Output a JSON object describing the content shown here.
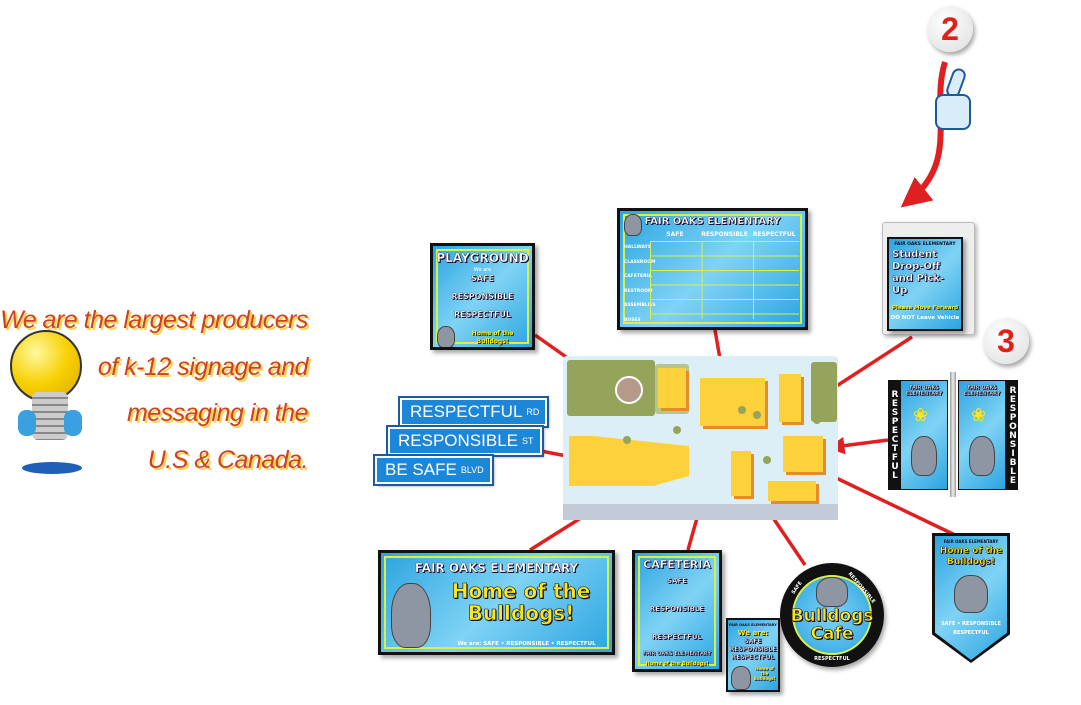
{
  "tagline": [
    "We are the largest producers",
    "of k-12 signage and",
    "messaging in the",
    "U.S & Canada."
  ],
  "step_numbers": {
    "two": "2",
    "three": "3"
  },
  "colors": {
    "arrow": "#e02020",
    "sign_blue": "#2ba4e0",
    "accent_yellow": "#ffe61a",
    "tagline": "#cf4127"
  },
  "playground_sign": {
    "title": "PLAYGROUND",
    "we_are": "We are",
    "safe": "SAFE",
    "responsible": "RESPONSIBLE",
    "respectful": "RESPECTFUL",
    "footer": "Home of the Bulldogs!"
  },
  "matrix_sign": {
    "title": "FAIR OAKS ELEMENTARY",
    "columns": [
      "SAFE",
      "RESPONSIBLE",
      "RESPECTFUL"
    ],
    "rows": [
      "HALLWAYS",
      "CLASSROOM",
      "CAFETERIA",
      "RESTROOM",
      "ASSEMBLIES",
      "BUSES"
    ]
  },
  "aframe_sign": {
    "school": "FAIR OAKS ELEMENTARY",
    "title": "Student Drop-Off and Pick-Up",
    "line1": "Please Move Forward",
    "line2": "DO NOT Leave Vehicle"
  },
  "street_signs": [
    {
      "name": "RESPECTFUL",
      "suffix": "RD"
    },
    {
      "name": "RESPONSIBLE",
      "suffix": "ST"
    },
    {
      "name": "BE SAFE",
      "suffix": "BLVD"
    }
  ],
  "pole_banners": {
    "left_vertical": "RESPECTFUL",
    "right_vertical": "RESPONSIBLE",
    "school": "FAIR OAKS ELEMENTARY"
  },
  "home_banner": {
    "school": "FAIR OAKS ELEMENTARY",
    "title": "Home of the Bulldogs!",
    "footer": "We are: SAFE • RESPONSIBLE • RESPECTFUL"
  },
  "cafeteria_sign": {
    "title": "CAFETERIA",
    "safe": "SAFE",
    "responsible": "RESPONSIBLE",
    "respectful": "RESPECTFUL",
    "school": "FAIR OAKS ELEMENTARY",
    "footer": "Home of the Bulldogs!"
  },
  "small_sign": {
    "school": "FAIR OAKS ELEMENTARY",
    "we_are": "We are:",
    "lines": [
      "SAFE",
      "RESPONSIBLE",
      "RESPECTFUL"
    ],
    "footer": "Home of the Bulldogs!"
  },
  "cafe_circle": {
    "title": "Bulldogs Cafe",
    "top_left": "SAFE",
    "top_right": "RESPONSIBLE",
    "bottom": "RESPECTFUL"
  },
  "pennant": {
    "school": "FAIR OAKS ELEMENTARY",
    "title": "Home of the Bulldogs!",
    "footer1": "SAFE • RESPONSIBLE",
    "footer2": "RESPECTFUL"
  }
}
